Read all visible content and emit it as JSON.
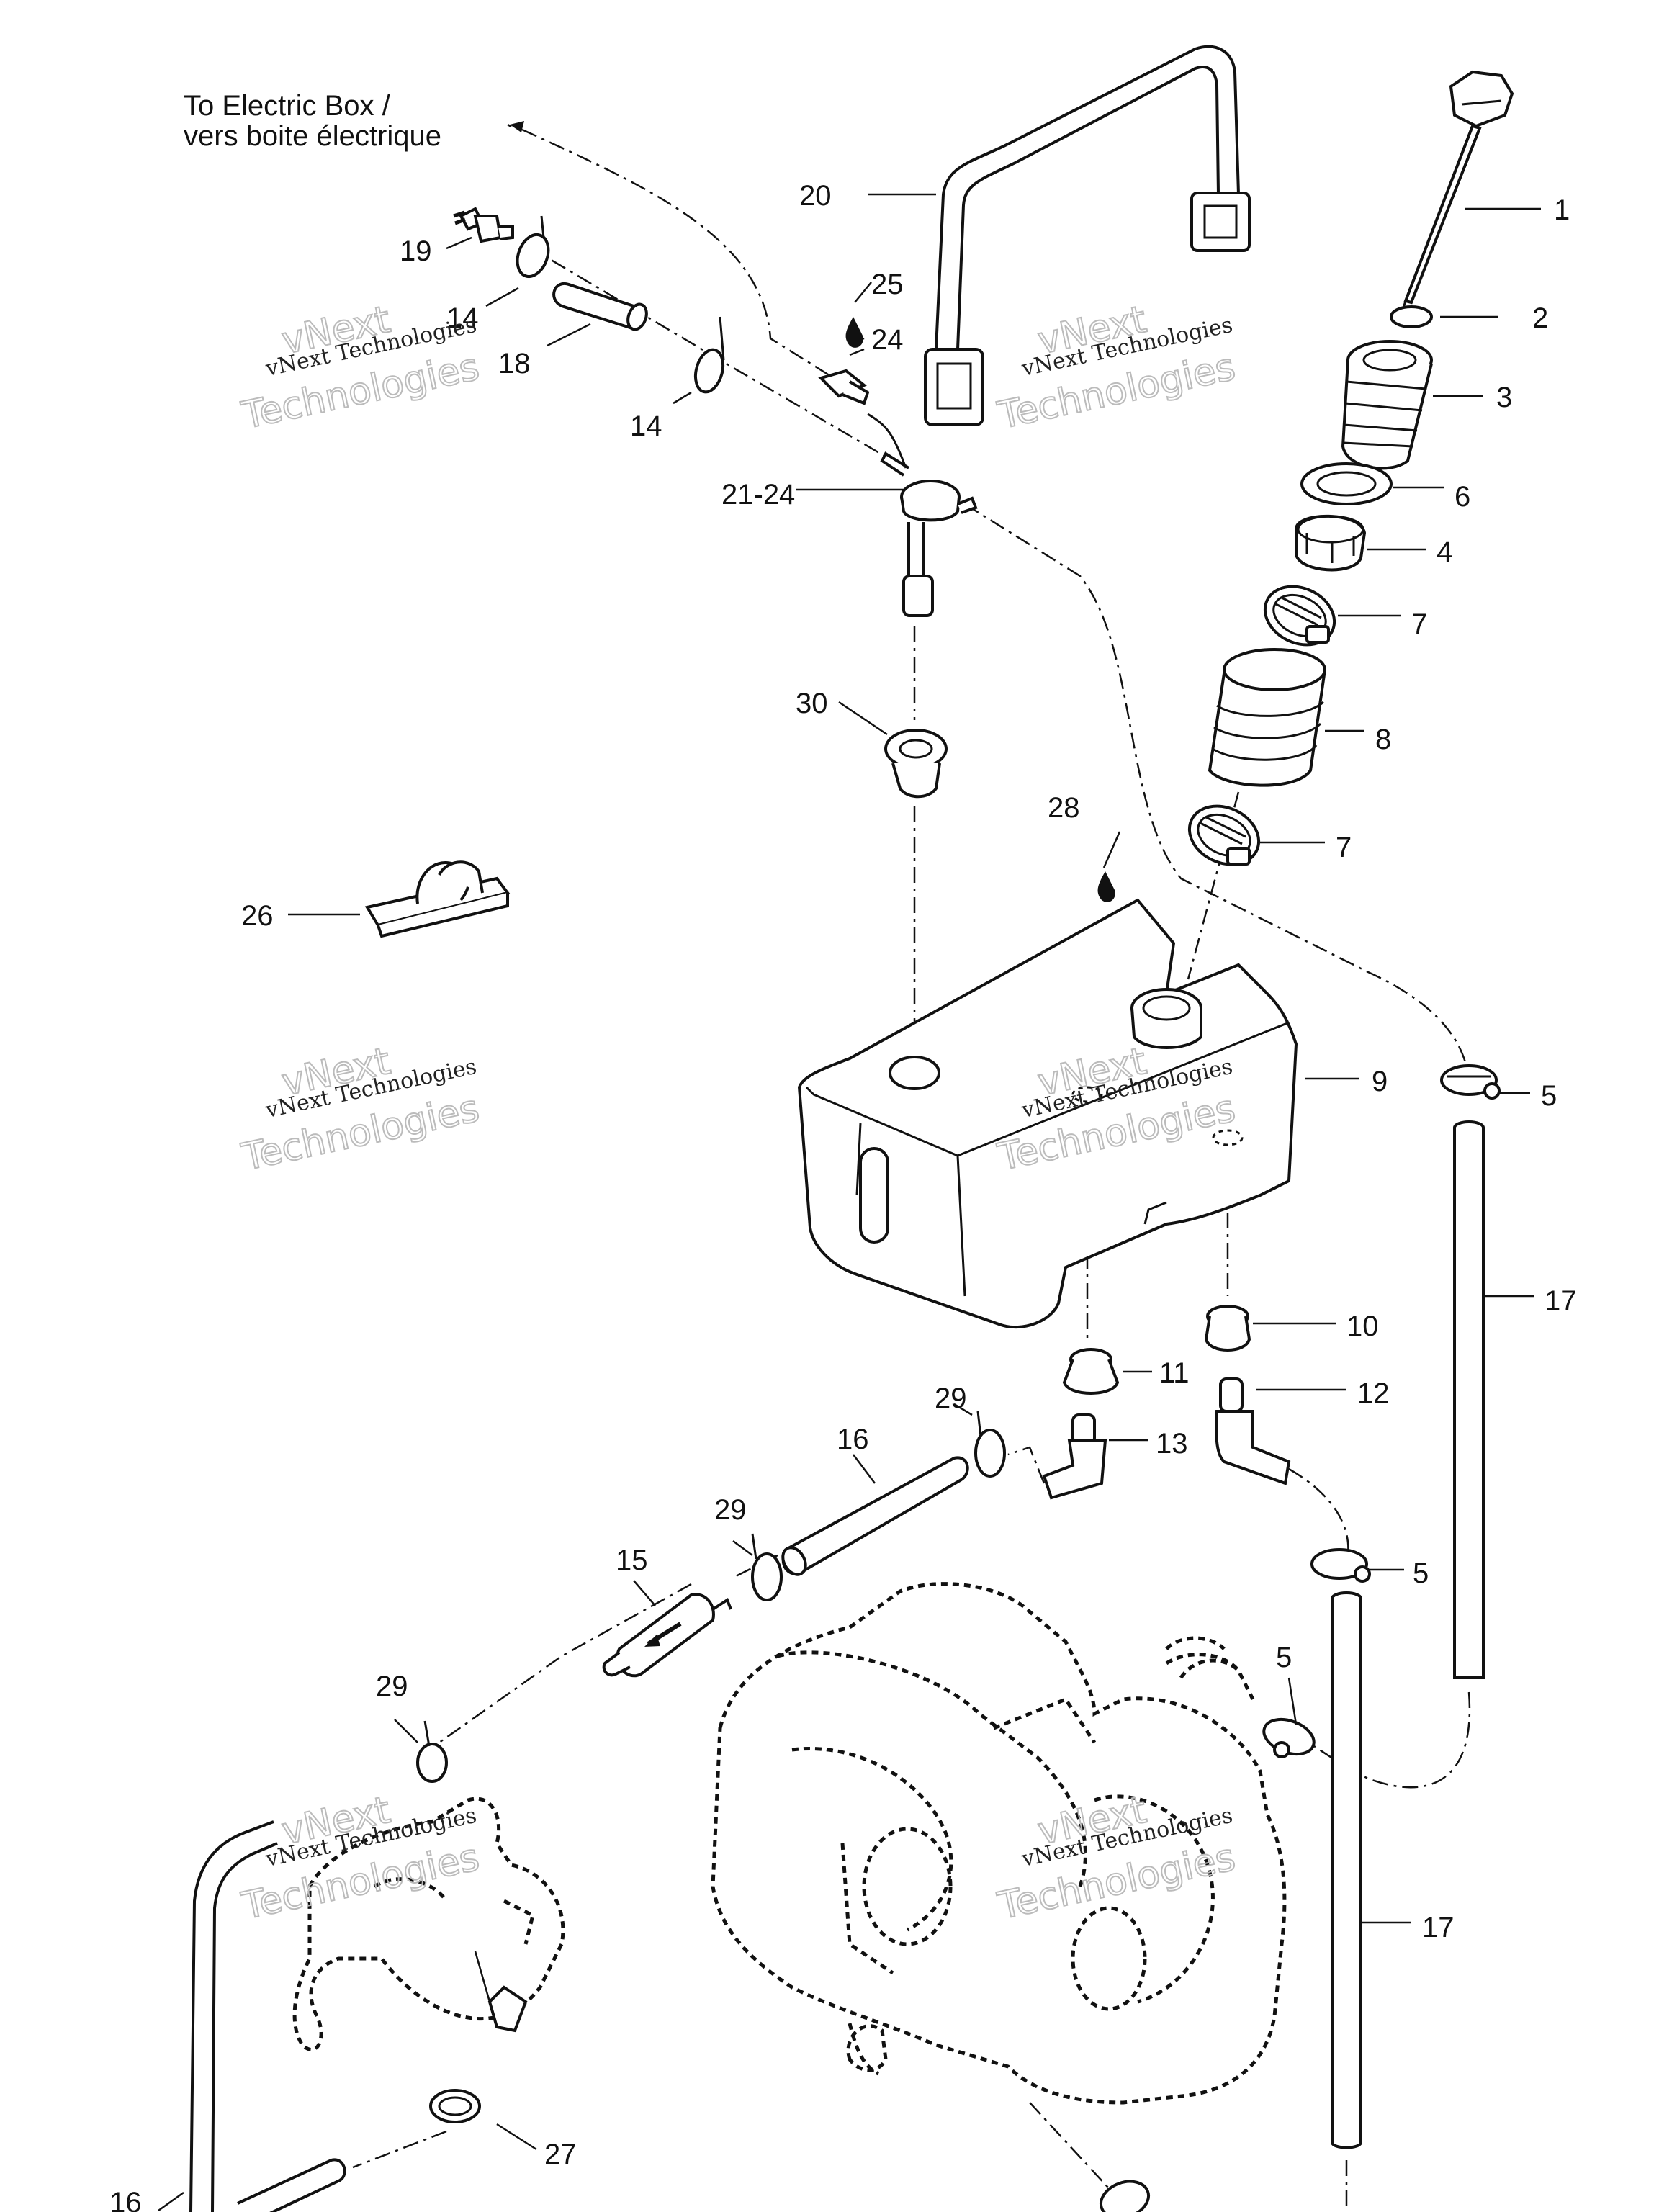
{
  "note": {
    "line1": "To Electric Box /",
    "line2": "vers boite électrique"
  },
  "watermark": {
    "line1": "vNext",
    "line2": "vNext Technologies",
    "line3": "Technologies"
  },
  "labels": {
    "p1": "1",
    "p2": "2",
    "p3": "3",
    "p4": "4",
    "p5a": "5",
    "p5b": "5",
    "p5c": "5",
    "p6": "6",
    "p7a": "7",
    "p7b": "7",
    "p8": "8",
    "p9": "9",
    "p10": "10",
    "p11": "11",
    "p12": "12",
    "p13": "13",
    "p14a": "14",
    "p14b": "14",
    "p15": "15",
    "p16a": "16",
    "p16b": "16",
    "p17a": "17",
    "p17b": "17",
    "p18": "18",
    "p19": "19",
    "p20": "20",
    "p21": "21-24",
    "p24": "24",
    "p25": "25",
    "p26": "26",
    "p27": "27",
    "p28": "28",
    "p29a": "29",
    "p29b": "29",
    "p29c": "29",
    "p30": "30"
  }
}
